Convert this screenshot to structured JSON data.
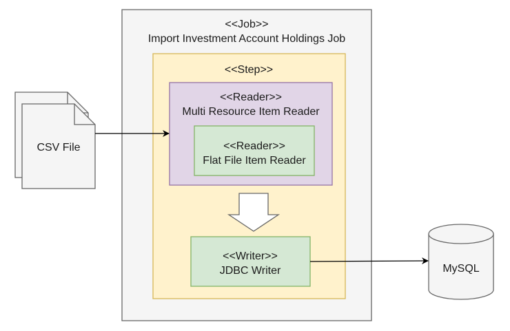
{
  "job": {
    "stereotype": "<<Job>>",
    "name": "Import Investment Account Holdings Job"
  },
  "step": {
    "stereotype": "<<Step>>"
  },
  "multi_reader": {
    "stereotype": "<<Reader>>",
    "name": "Multi Resource Item Reader"
  },
  "flat_reader": {
    "stereotype": "<<Reader>>",
    "name": "Flat File Item Reader"
  },
  "writer": {
    "stereotype": "<<Writer>>",
    "name": "JDBC Writer"
  },
  "csv_file": {
    "label": "CSV File"
  },
  "database": {
    "label": "MySQL"
  },
  "colors": {
    "job_fill": "#f5f5f5",
    "job_stroke": "#666666",
    "step_fill": "#fff2cc",
    "step_stroke": "#d6b656",
    "reader_fill": "#e1d5e7",
    "reader_stroke": "#9673a6",
    "green_fill": "#d5e8d4",
    "green_stroke": "#82b366"
  }
}
